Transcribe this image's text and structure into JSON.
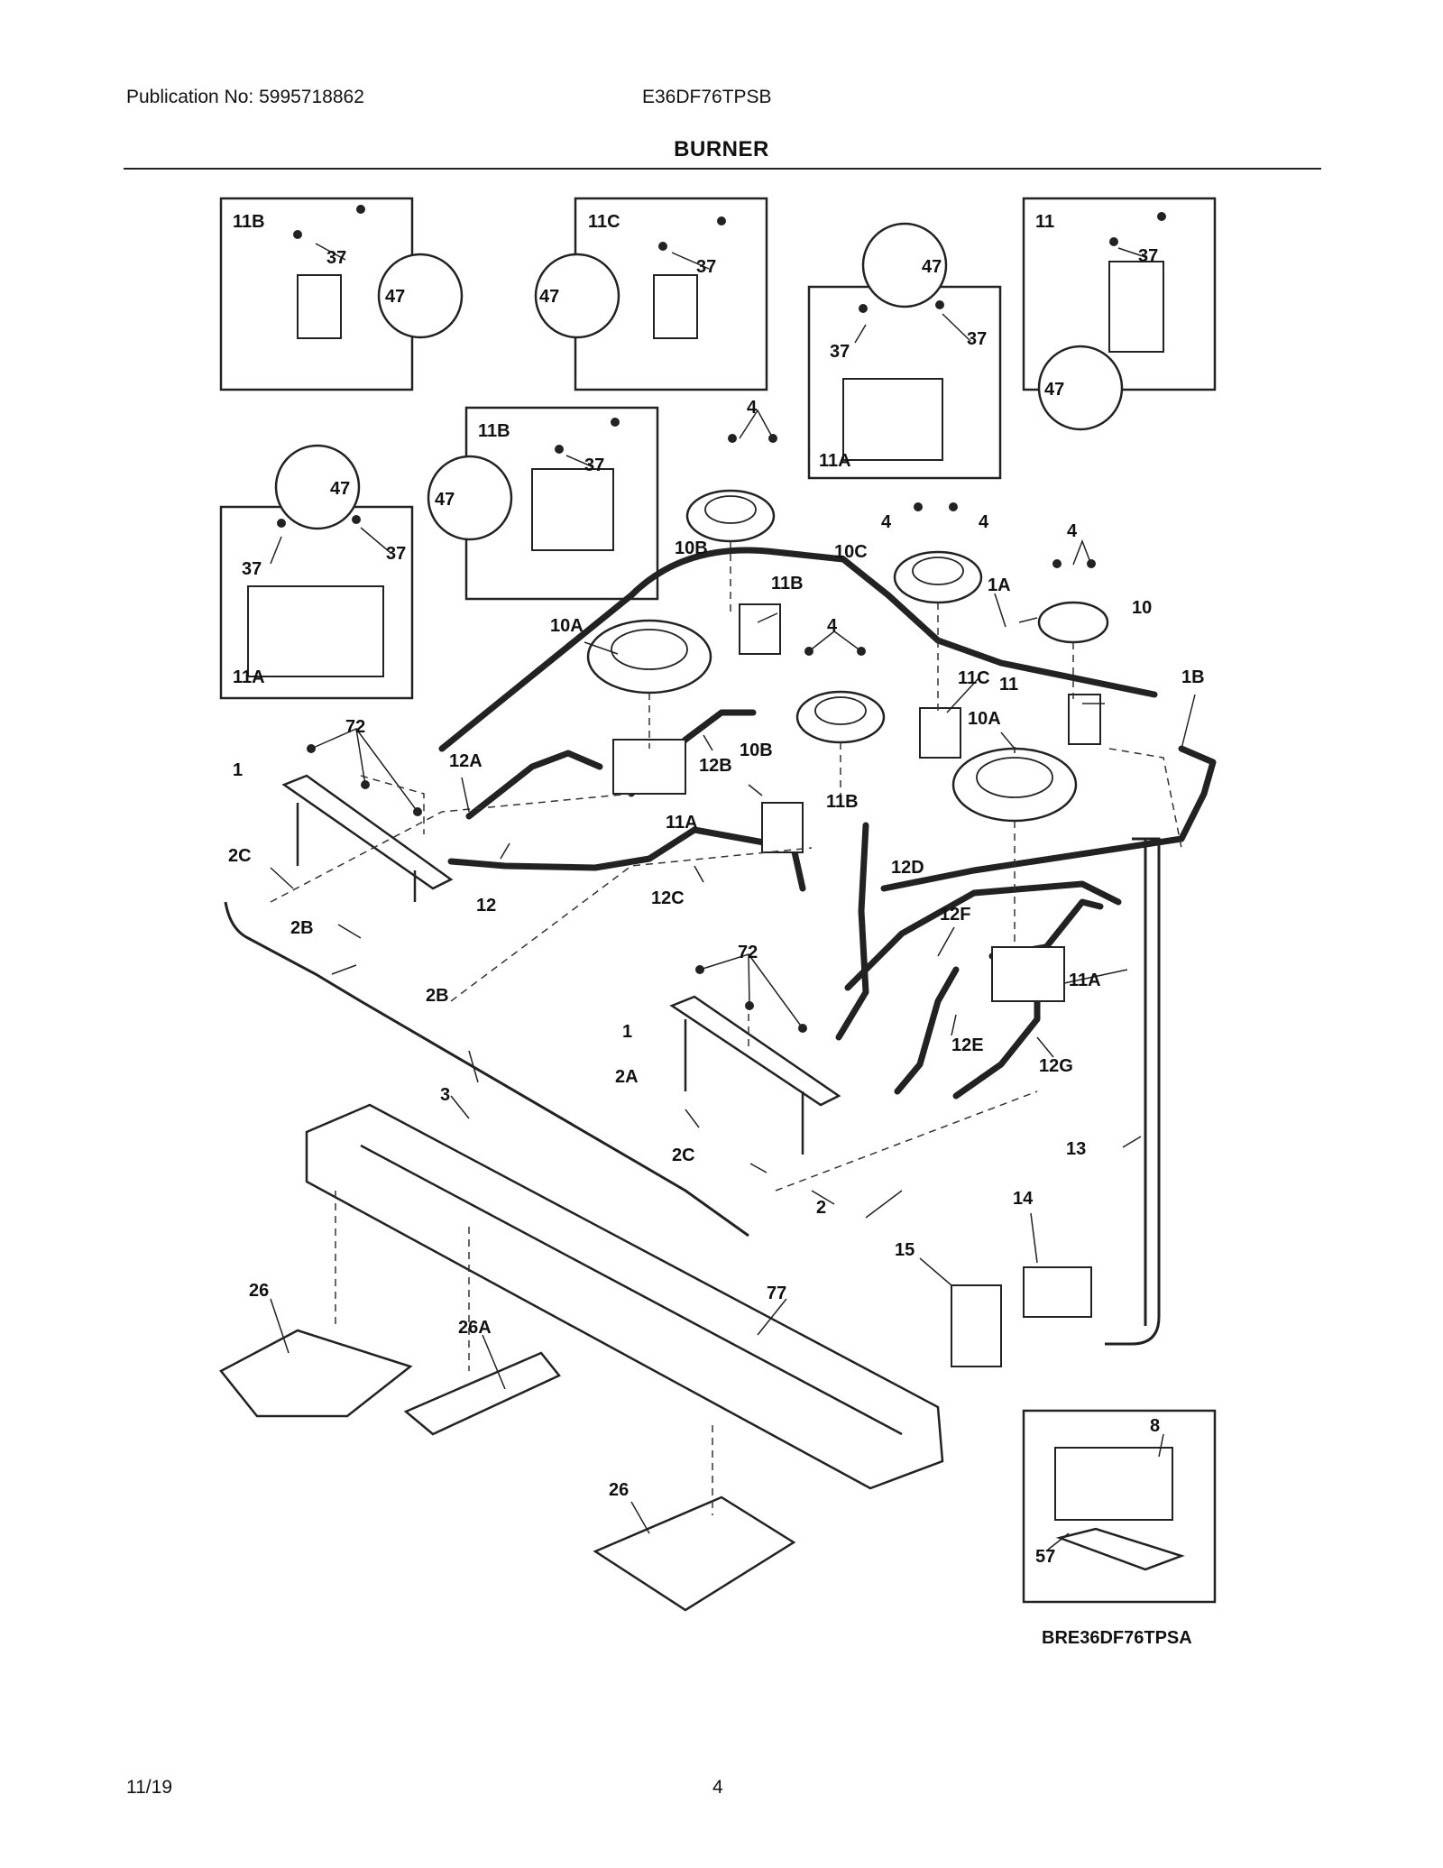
{
  "header": {
    "publication": "Publication No: 5995718862",
    "model": "E36DF76TPSB",
    "section_title": "BURNER"
  },
  "diagram": {
    "code": "BRE36DF76TPSA",
    "callouts": [
      {
        "id": "c-11b-a",
        "text": "11B"
      },
      {
        "id": "c-37-a",
        "text": "37"
      },
      {
        "id": "c-47-a",
        "text": "47"
      },
      {
        "id": "c-11c-a",
        "text": "11C"
      },
      {
        "id": "c-37-b",
        "text": "37"
      },
      {
        "id": "c-47-b",
        "text": "47"
      },
      {
        "id": "c-47-c",
        "text": "47"
      },
      {
        "id": "c-37-c1",
        "text": "37"
      },
      {
        "id": "c-37-c2",
        "text": "37"
      },
      {
        "id": "c-11a-c",
        "text": "11A"
      },
      {
        "id": "c-11-d",
        "text": "11"
      },
      {
        "id": "c-37-d",
        "text": "37"
      },
      {
        "id": "c-47-d",
        "text": "47"
      },
      {
        "id": "c-11b-e",
        "text": "11B"
      },
      {
        "id": "c-37-e",
        "text": "37"
      },
      {
        "id": "c-47-e",
        "text": "47"
      },
      {
        "id": "c-47-f",
        "text": "47"
      },
      {
        "id": "c-37-f1",
        "text": "37"
      },
      {
        "id": "c-37-f2",
        "text": "37"
      },
      {
        "id": "c-11a-f",
        "text": "11A"
      },
      {
        "id": "c-4-a",
        "text": "4"
      },
      {
        "id": "c-10b-a",
        "text": "10B"
      },
      {
        "id": "c-4-b1",
        "text": "4"
      },
      {
        "id": "c-4-b2",
        "text": "4"
      },
      {
        "id": "c-10c",
        "text": "10C"
      },
      {
        "id": "c-4-c",
        "text": "4"
      },
      {
        "id": "c-1a",
        "text": "1A"
      },
      {
        "id": "c-10",
        "text": "10"
      },
      {
        "id": "c-11b-m",
        "text": "11B"
      },
      {
        "id": "c-10a-m",
        "text": "10A"
      },
      {
        "id": "c-4-d",
        "text": "4"
      },
      {
        "id": "c-11c-m",
        "text": "11C"
      },
      {
        "id": "c-11-m",
        "text": "11"
      },
      {
        "id": "c-1b",
        "text": "1B"
      },
      {
        "id": "c-72-a",
        "text": "72"
      },
      {
        "id": "c-1-a",
        "text": "1"
      },
      {
        "id": "c-12a",
        "text": "12A"
      },
      {
        "id": "c-12b",
        "text": "12B"
      },
      {
        "id": "c-11a-m",
        "text": "11A"
      },
      {
        "id": "c-10b-m",
        "text": "10B"
      },
      {
        "id": "c-10a-m2",
        "text": "10A"
      },
      {
        "id": "c-11b-m2",
        "text": "11B"
      },
      {
        "id": "c-2c-a",
        "text": "2C"
      },
      {
        "id": "c-12",
        "text": "12"
      },
      {
        "id": "c-12c",
        "text": "12C"
      },
      {
        "id": "c-12d",
        "text": "12D"
      },
      {
        "id": "c-2b-a",
        "text": "2B"
      },
      {
        "id": "c-2b-b",
        "text": "2B"
      },
      {
        "id": "c-12f",
        "text": "12F"
      },
      {
        "id": "c-11a-m2",
        "text": "11A"
      },
      {
        "id": "c-72-b",
        "text": "72"
      },
      {
        "id": "c-1-b",
        "text": "1"
      },
      {
        "id": "c-12e",
        "text": "12E"
      },
      {
        "id": "c-12g",
        "text": "12G"
      },
      {
        "id": "c-3",
        "text": "3"
      },
      {
        "id": "c-2a",
        "text": "2A"
      },
      {
        "id": "c-13",
        "text": "13"
      },
      {
        "id": "c-2c-b",
        "text": "2C"
      },
      {
        "id": "c-2",
        "text": "2"
      },
      {
        "id": "c-14",
        "text": "14"
      },
      {
        "id": "c-15",
        "text": "15"
      },
      {
        "id": "c-26-a",
        "text": "26"
      },
      {
        "id": "c-77",
        "text": "77"
      },
      {
        "id": "c-26a",
        "text": "26A"
      },
      {
        "id": "c-8",
        "text": "8"
      },
      {
        "id": "c-57",
        "text": "57"
      },
      {
        "id": "c-26-b",
        "text": "26"
      }
    ]
  },
  "footer": {
    "date": "11/19",
    "page": "4"
  }
}
